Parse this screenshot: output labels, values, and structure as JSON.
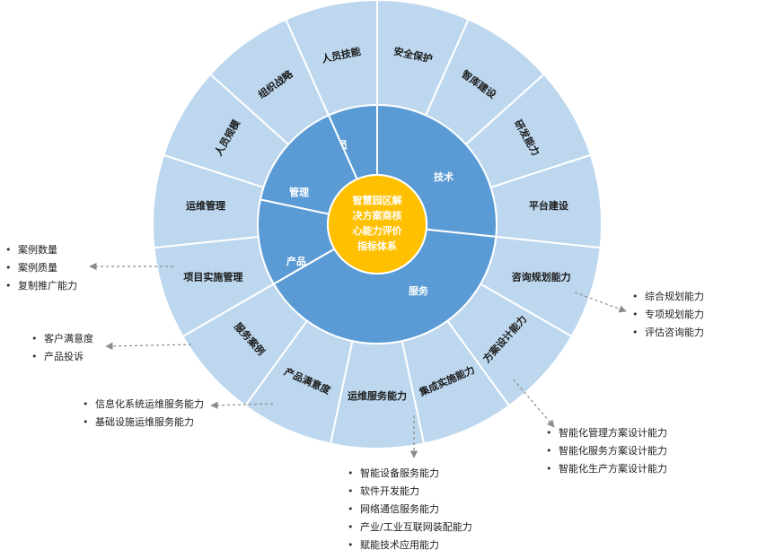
{
  "wheel": {
    "core": [
      "智慧园区解",
      "决方案商核",
      "心能力评价",
      "指标体系"
    ],
    "middle": [
      "人员",
      "技术",
      "服务",
      "产品",
      "管理"
    ],
    "outer": [
      "安全保护",
      "智库建设",
      "研发能力",
      "平台建设",
      "咨询规划能力",
      "方案设计能力",
      "集成实施能力",
      "运维服务能力",
      "产品满意度",
      "服务案例",
      "项目实施管理",
      "运维管理",
      "人员规模",
      "组织战略",
      "人员技能"
    ]
  },
  "colors": {
    "outer_fill": "#bdd7ee",
    "middle_fill": "#5b9bd5",
    "core_fill": "#ffc000",
    "stroke": "#ffffff",
    "arrow": "#8c8c8c"
  },
  "callouts": {
    "service_case": [
      "案例数量",
      "案例质量",
      "复制推广能力"
    ],
    "satisfaction": [
      "客户满意度",
      "产品投诉"
    ],
    "ops_service": [
      "信息化系统运维服务能力",
      "基础设施运维服务能力"
    ],
    "integration": [
      "智能设备服务能力",
      "软件开发能力",
      "网络通信服务能力",
      "产业/工业互联网装配能力",
      "赋能技术应用能力"
    ],
    "solution_design": [
      "智能化管理方案设计能力",
      "智能化服务方案设计能力",
      "智能化生产方案设计能力"
    ],
    "consulting": [
      "综合规划能力",
      "专项规划能力",
      "评估咨询能力"
    ]
  }
}
